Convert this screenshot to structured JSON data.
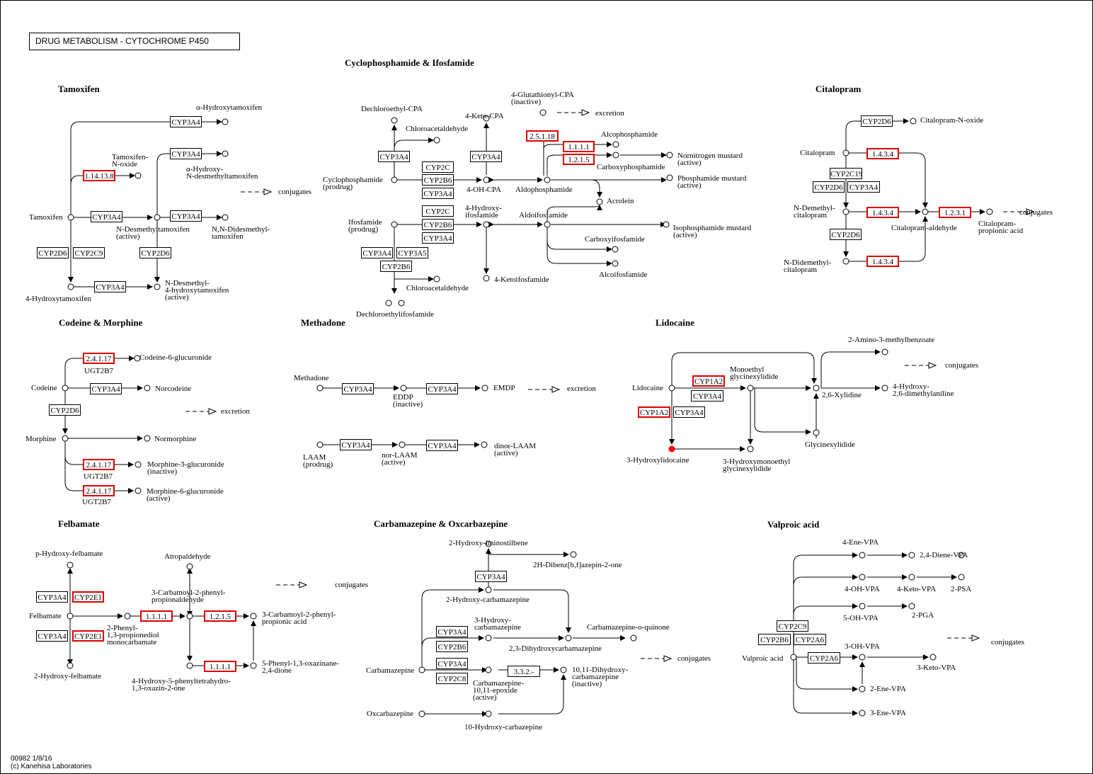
{
  "title": "DRUG  METABOLISM - CYTOCHROME P450",
  "footer": {
    "code": "00982 1/8/16",
    "copyright": "(c) Kanehisa Laboratories"
  },
  "sections": {
    "tamoxifen": "Tamoxifen",
    "cyclophosphamide": "Cyclophosphamide & Ifosfamide",
    "citalopram": "Citalopram",
    "codeine": "Codeine & Morphine",
    "methadone": "Methadone",
    "lidocaine": "Lidocaine",
    "felbamate": "Felbamate",
    "carbamazepine": "Carbamazepine & Oxcarbazepine",
    "valproic": "Valproic acid"
  },
  "enzymes": [
    {
      "label": "CYP3A4",
      "red": false
    },
    {
      "label": "CYP3A4",
      "red": false
    },
    {
      "label": "1.14.13.8",
      "red": true
    },
    {
      "label": "CYP3A4",
      "red": false
    },
    {
      "label": "CYP3A4",
      "red": false
    },
    {
      "label": "CYP2D6",
      "red": false
    },
    {
      "label": "CYP2C9",
      "red": false
    },
    {
      "label": "CYP2D6",
      "red": false
    },
    {
      "label": "CYP3A4",
      "red": false
    },
    {
      "label": "CYP3A4",
      "red": false
    },
    {
      "label": "CYP2C",
      "red": false
    },
    {
      "label": "CYP2B6",
      "red": false
    },
    {
      "label": "CYP3A4",
      "red": false
    },
    {
      "label": "CYP3A4",
      "red": false
    },
    {
      "label": "2.5.1.18",
      "red": true
    },
    {
      "label": "1.1.1.1",
      "red": true
    },
    {
      "label": "1.2.1.5",
      "red": true
    },
    {
      "label": "CYP2C",
      "red": false
    },
    {
      "label": "CYP2B6",
      "red": false
    },
    {
      "label": "CYP3A4",
      "red": false
    },
    {
      "label": "CYP3A4",
      "red": false
    },
    {
      "label": "CYP3A5",
      "red": false
    },
    {
      "label": "CYP2B6",
      "red": false
    },
    {
      "label": "CYP2D6",
      "red": false
    },
    {
      "label": "1.4.3.4",
      "red": true
    },
    {
      "label": "CYP2C19",
      "red": false
    },
    {
      "label": "CYP2D6",
      "red": false
    },
    {
      "label": "CYP3A4",
      "red": false
    },
    {
      "label": "1.4.3.4",
      "red": true
    },
    {
      "label": "1.2.3.1",
      "red": true
    },
    {
      "label": "CYP2D6",
      "red": false
    },
    {
      "label": "1.4.3.4",
      "red": true
    },
    {
      "label": "2.4.1.17",
      "red": true
    },
    {
      "label": "CYP3A4",
      "red": false
    },
    {
      "label": "CYP2D6",
      "red": false
    },
    {
      "label": "2.4.1.17",
      "red": true
    },
    {
      "label": "2.4.1.17",
      "red": true
    },
    {
      "label": "CYP3A4",
      "red": false
    },
    {
      "label": "CYP3A4",
      "red": false
    },
    {
      "label": "CYP3A4",
      "red": false
    },
    {
      "label": "CYP3A4",
      "red": false
    },
    {
      "label": "CYP1A2",
      "red": true
    },
    {
      "label": "CYP3A4",
      "red": false
    },
    {
      "label": "CYP1A2",
      "red": true
    },
    {
      "label": "CYP3A4",
      "red": false
    },
    {
      "label": "CYP3A4",
      "red": false
    },
    {
      "label": "CYP2E1",
      "red": true
    },
    {
      "label": "CYP3A4",
      "red": false
    },
    {
      "label": "CYP2E1",
      "red": true
    },
    {
      "label": "1.1.1.1",
      "red": true
    },
    {
      "label": "1.2.1.5",
      "red": true
    },
    {
      "label": "1.1.1.1",
      "red": true
    },
    {
      "label": "CYP3A4",
      "red": false
    },
    {
      "label": "CYP3A4",
      "red": false
    },
    {
      "label": "CYP2B6",
      "red": false
    },
    {
      "label": "CYP3A4",
      "red": false
    },
    {
      "label": "CYP2C8",
      "red": false
    },
    {
      "label": "3.3.2.-",
      "red": false
    },
    {
      "label": "CYP2C9",
      "red": false
    },
    {
      "label": "CYP2B6",
      "red": false
    },
    {
      "label": "CYP2A6",
      "red": false
    },
    {
      "label": "CYP2A6",
      "red": false
    }
  ],
  "labels": [
    "α-Hydroxytamoxifen",
    "Tamoxifen-\nN-oxide",
    "α-Hydroxy-\nN-desmethyltamoxifen",
    "conjugates",
    "Tamoxifen",
    "N-Desmethyltamoxifen\n(active)",
    "N,N-Didesmethyl-\ntamoxifen",
    "4-Hydroxytamoxifen",
    "N-Desmethyl-\n4-hydroxytamoxifen\n(active)",
    "Dechloroethyl-CPA",
    "Chloroacetaldehyde",
    "4-Keto-CPA",
    "4-Glutathionyl-CPA\n(inactive)",
    "excretion",
    "Alcophosphamide",
    "Nornitrogen mustard\n(active)",
    "Carboxyphosphamide",
    "Phosphamide mustard\n(active)",
    "Cyclophosphamide\n(prodrug)",
    "4-OH-CPA",
    "Aldophosphamide",
    "Acrolein",
    "Ifosfamide\n(prodrug)",
    "4-Hydroxy-\nifosfamide",
    "Aldoifosfamide",
    "Isophosphamide mustard\n(active)",
    "Carboxyifosfamide",
    "Alcoifosfamide",
    "4-Ketoifosfamide",
    "Chloroacetaldehyde",
    "Dechloroethylifosfamide",
    "Citalopram-N-oxide",
    "Citalopram",
    "N-Demethyl-\ncitalopram",
    "Citalopram-aldehyde",
    "Citalopram-\npropionic acid",
    "conjugates",
    "N-Didemethyl-\ncitalopram",
    "Codeine-6-glucuronide",
    "UGT2B7",
    "Codeine",
    "Norcodeine",
    "excretion",
    "Morphine",
    "Normorphine",
    "Morphine-3-glucuronide\n(inactive)",
    "UGT2B7",
    "Morphine-6-glucuronide\n(active)",
    "UGT2B7",
    "Methadone",
    "EDDP\n(inactive)",
    "EMDP",
    "excretion",
    "LAAM\n(prodrug)",
    "nor-LAAM\n(active)",
    "dinor-LAAM\n(active)",
    "2-Amino-3-methylbenzoate",
    "conjugates",
    "Monoethyl\nglycinexylidide",
    "Lidocaine",
    "2,6-Xylidine",
    "4-Hydroxy-\n2,6-dimethylaniline",
    "Glycinexylidide",
    "3-Hydroxylidocaine",
    "3-Hydroxymonoethyl\nglycinexylidide",
    "p-Hydroxy-felbamate",
    "Atropaldehyde",
    "conjugates",
    "3-Carbamoyl-2-phenyl-\npropionaldehyde",
    "Felbamate",
    "3-Carbamoyl-2-phenyl-\npropionic acid",
    "2-Phenyl-\n1,3-propionediol\nmonocarbamate",
    "5-Phenyl-1,3-oxazinane-\n2,4-dione",
    "2-Hydroxy-felbamate",
    "4-Hydroxy-5-phenyltetrahydro-\n1,3-oxazin-2-one",
    "2-Hydroxy-iminostilbene",
    "2H-Dibenz[b,f]azepin-2-one",
    "2-Hydroxy-carbamazepine",
    "3-Hydroxy-\ncarbamazepine",
    "Carbamazepine-o-quinone",
    "2,3-Dihydroxycarbamazepine",
    "conjugates",
    "Carbamazepine",
    "Carbamazepine-\n10,11-epoxide\n(active)",
    "10,11-Dihydroxy-\ncarbamazepine\n(inactive)",
    "Oxcarbazepine",
    "10-Hydroxy-carbazepine",
    "4-Ene-VPA",
    "2,4-Diene-VPA",
    "4-OH-VPA",
    "4-Keto-VPA",
    "2-PSA",
    "5-OH-VPA",
    "2-PGA",
    "conjugates",
    "Valproic acid",
    "3-OH-VPA",
    "3-Keto-VPA",
    "2-Ene-VPA",
    "3-Ene-VPA"
  ]
}
